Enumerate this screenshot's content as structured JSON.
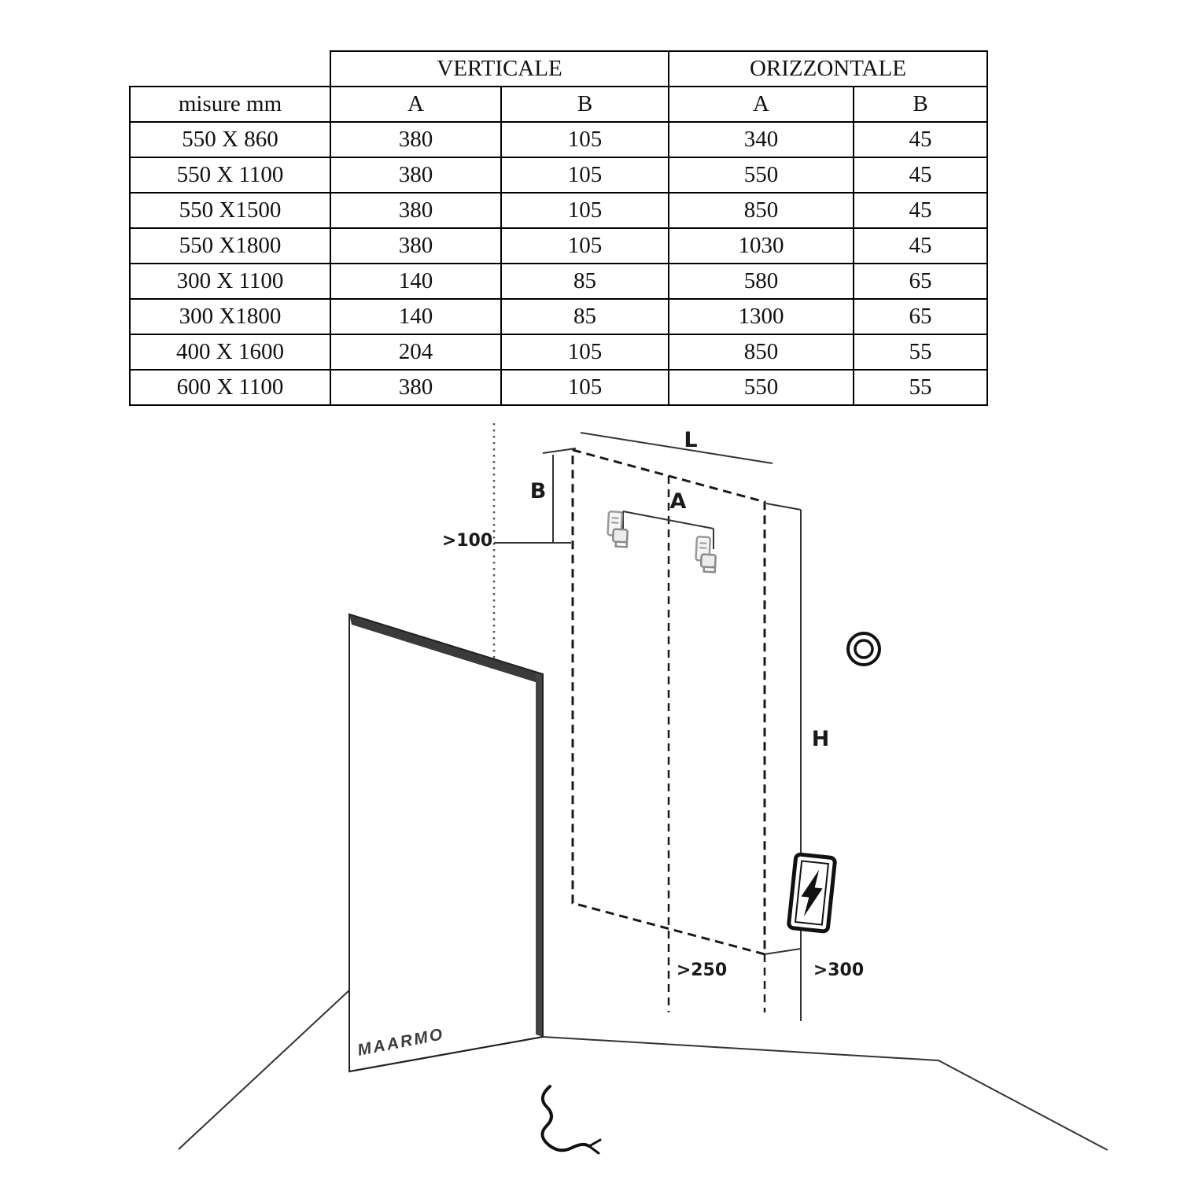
{
  "table": {
    "group_headers": {
      "verticale": "VERTICALE",
      "orizzontale": "ORIZZONTALE"
    },
    "col_headers": {
      "size": "misure mm",
      "va": "A",
      "vb": "B",
      "oa": "A",
      "ob": "B"
    },
    "rows": [
      {
        "size": "550 X 860",
        "va": "380",
        "vb": "105",
        "oa": "340",
        "ob": "45"
      },
      {
        "size": "550 X 1100",
        "va": "380",
        "vb": "105",
        "oa": "550",
        "ob": "45"
      },
      {
        "size": "550 X1500",
        "va": "380",
        "vb": "105",
        "oa": "850",
        "ob": "45"
      },
      {
        "size": "550 X1800",
        "va": "380",
        "vb": "105",
        "oa": "1030",
        "ob": "45"
      },
      {
        "size": "300 X 1100",
        "va": "140",
        "vb": "85",
        "oa": "580",
        "ob": "65"
      },
      {
        "size": "300 X1800",
        "va": "140",
        "vb": "85",
        "oa": "1300",
        "ob": "65"
      },
      {
        "size": "400 X 1600",
        "va": "204",
        "vb": "105",
        "oa": "850",
        "ob": "55"
      },
      {
        "size": "600 X 1100",
        "va": "380",
        "vb": "105",
        "oa": "550",
        "ob": "55"
      }
    ]
  },
  "diagram": {
    "labels": {
      "L": "L",
      "B": "B",
      "A": "A",
      "H": "H",
      "wall_offset": ">100",
      "floor_offset": ">250",
      "socket_offset": ">300",
      "brand": "MAARMO"
    },
    "colors": {
      "line": "#1a1a1a",
      "bracket": "#9a9a9a",
      "panel_edge": "#3a3a3a"
    }
  }
}
